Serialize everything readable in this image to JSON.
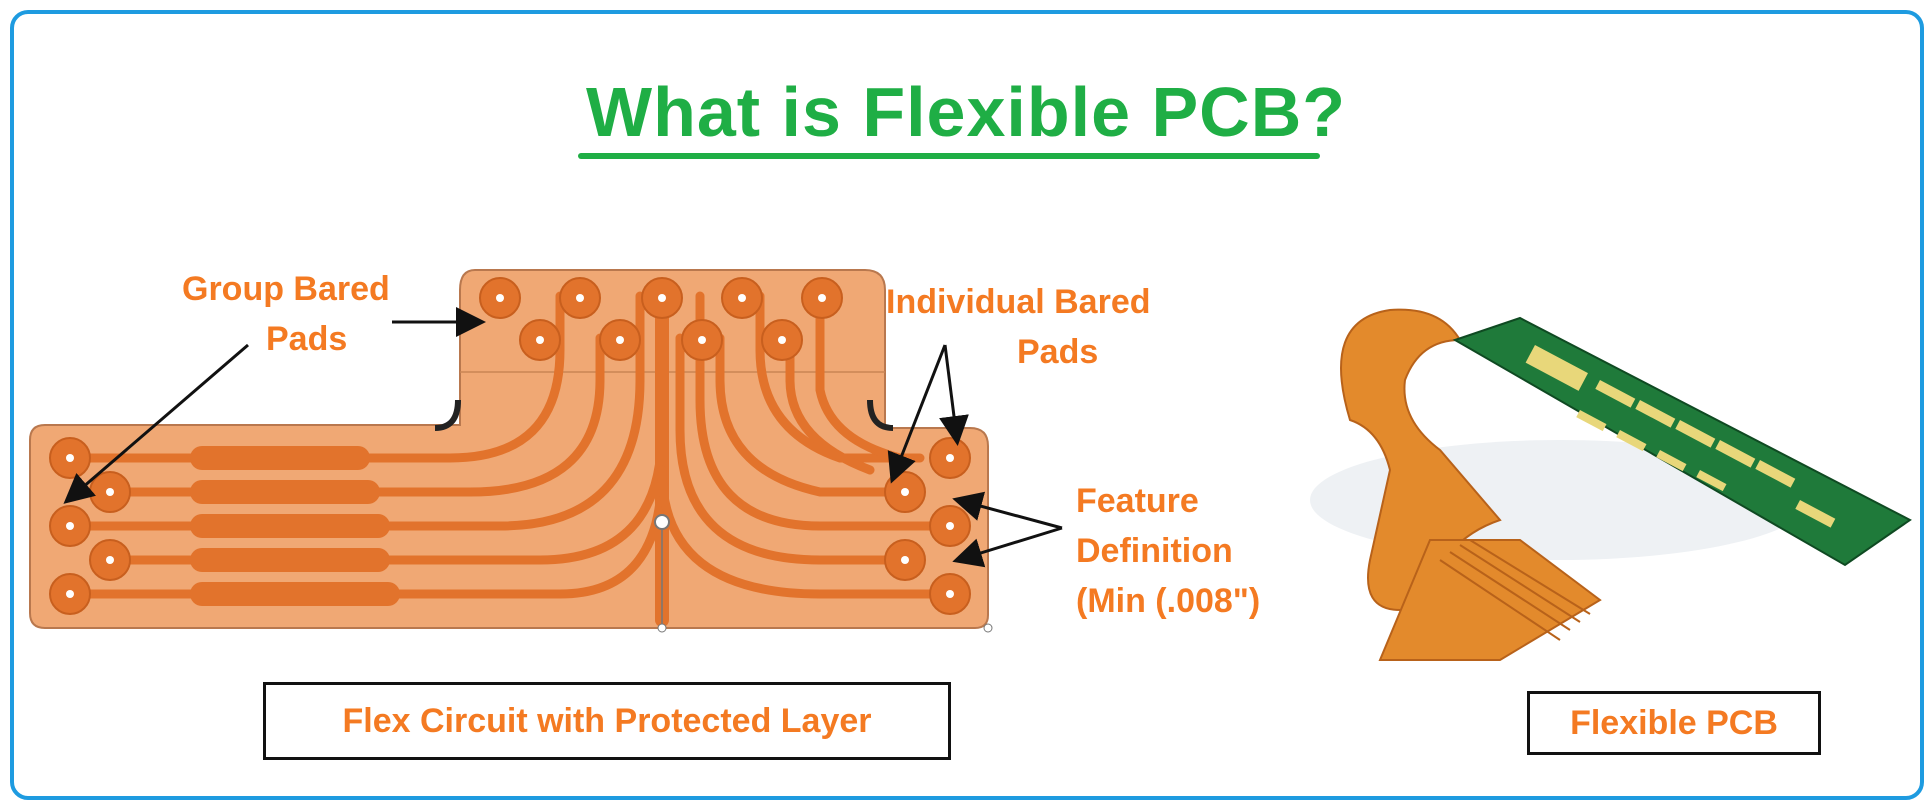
{
  "title": "What is Flexible PCB?",
  "labels": {
    "group_bared_pads": [
      "Group Bared",
      "Pads"
    ],
    "individual_bared_pads": [
      "Individual Bared",
      "Pads"
    ],
    "feature_definition": [
      "Feature",
      "Definition",
      "(Min (.008\")"
    ]
  },
  "captions": {
    "flex_circuit": "Flex Circuit with Protected Layer",
    "flexible_pcb": "Flexible PCB"
  },
  "colors": {
    "title_green": "#1fae45",
    "label_orange": "#f47a22",
    "frame_blue": "#1e9be0",
    "board_tan": "#f0a874",
    "trace_orange": "#e2732c",
    "pcb_green": "#1f7a3a"
  }
}
